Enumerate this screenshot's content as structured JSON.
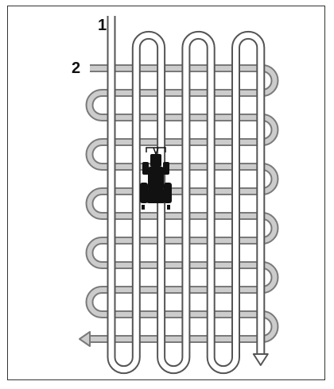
{
  "labels": {
    "vertical_track": "1",
    "horizontal_track": "2"
  },
  "pattern": {
    "vertical_passes": 7,
    "horizontal_passes": 12,
    "start_direction": "down",
    "exit_direction": "left"
  },
  "colors": {
    "frame": "#333333",
    "track_fill": "#ffffff",
    "track_outline": "#555555",
    "horizontal_fill": "#cccccc",
    "horizontal_outline": "#7a7a7a",
    "tractor": "#111111",
    "label": "#111111"
  },
  "icons": {
    "tractor": "tractor-icon",
    "exit_arrow": "arrow-left-icon",
    "start_arrow": "arrow-down-icon"
  }
}
